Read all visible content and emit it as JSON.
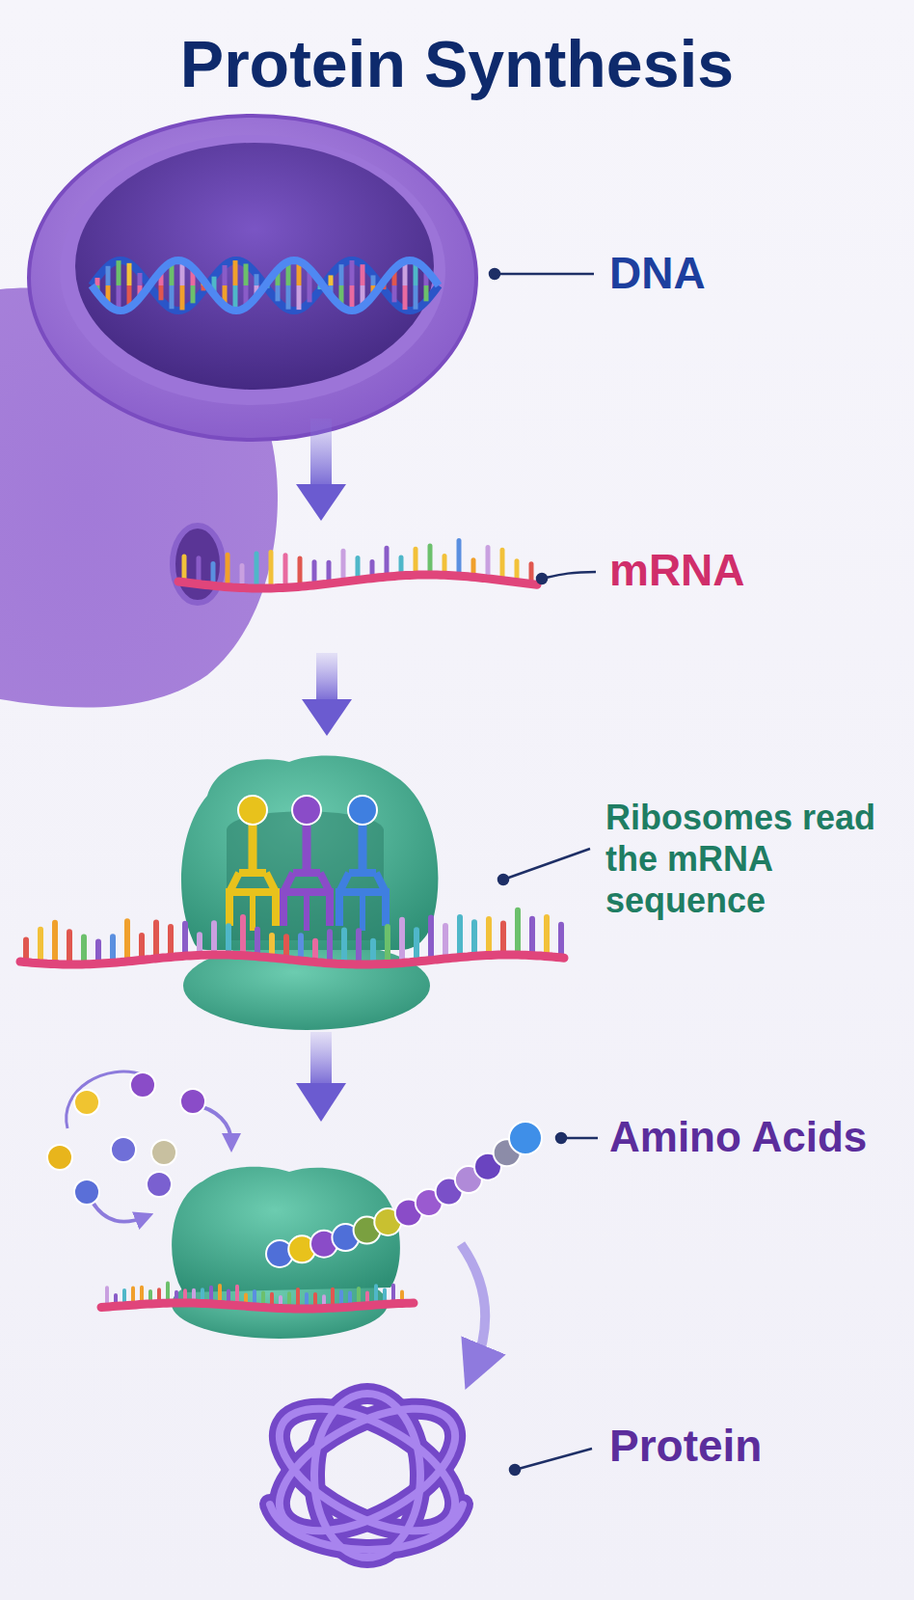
{
  "diagram": {
    "title": "Protein Synthesis",
    "labels": [
      "DNA",
      "mRNA",
      "Ribosomes read the mRNA sequence",
      "Amino Acids",
      "Protein"
    ]
  }
}
